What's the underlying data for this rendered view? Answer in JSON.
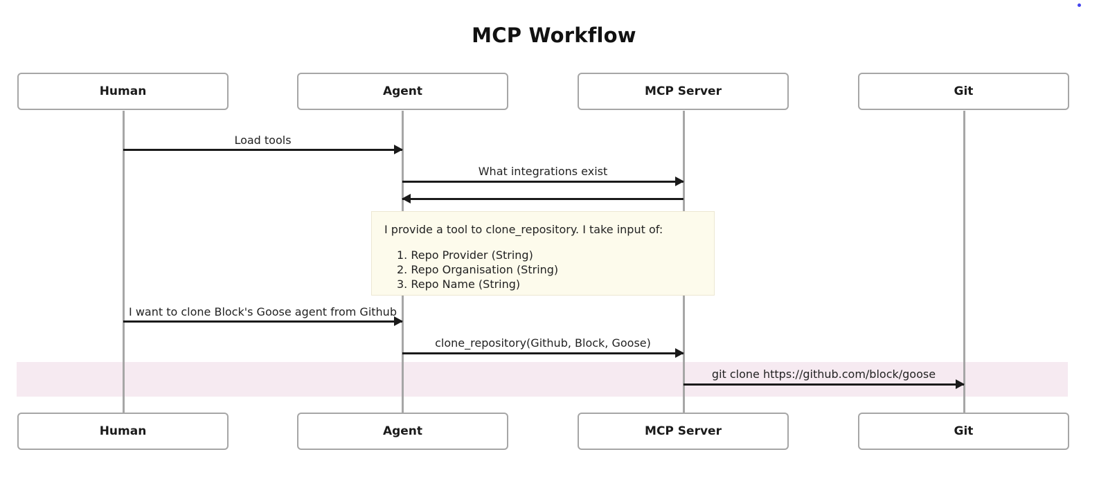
{
  "title": "MCP Workflow",
  "colors": {
    "background": "#ffffff",
    "box_border": "#a6a6a6",
    "lifeline": "#a6a6a6",
    "arrow": "#1a1a1a",
    "note_background": "#fdfbec",
    "note_border": "#ece7d2",
    "highlight_band": "#f6eaf1",
    "text": "#1a1a1a",
    "artifact_dot": "#4444ee"
  },
  "participants": [
    {
      "id": "human",
      "label": "Human"
    },
    {
      "id": "agent",
      "label": "Agent"
    },
    {
      "id": "mcp",
      "label": "MCP Server"
    },
    {
      "id": "git",
      "label": "Git"
    }
  ],
  "messages": [
    {
      "id": "m1",
      "label": "Load tools",
      "from": "human",
      "to": "agent",
      "direction": "right"
    },
    {
      "id": "m2",
      "label": "What integrations exist",
      "from": "agent",
      "to": "mcp",
      "direction": "right"
    },
    {
      "id": "m3",
      "label": "",
      "from": "mcp",
      "to": "agent",
      "direction": "left"
    },
    {
      "id": "m4",
      "label": "I want to clone Block's Goose agent from Github",
      "from": "human",
      "to": "agent",
      "direction": "right"
    },
    {
      "id": "m5",
      "label": "clone_repository(Github, Block, Goose)",
      "from": "agent",
      "to": "mcp",
      "direction": "right"
    },
    {
      "id": "m6",
      "label": "git clone https://github.com/block/goose",
      "from": "mcp",
      "to": "git",
      "direction": "right"
    }
  ],
  "note": {
    "heading": "I provide a tool to clone_repository. I take input of:",
    "items": [
      "1. Repo Provider (String)",
      "2. Repo Organisation (String)",
      "3. Repo Name (String)"
    ]
  }
}
